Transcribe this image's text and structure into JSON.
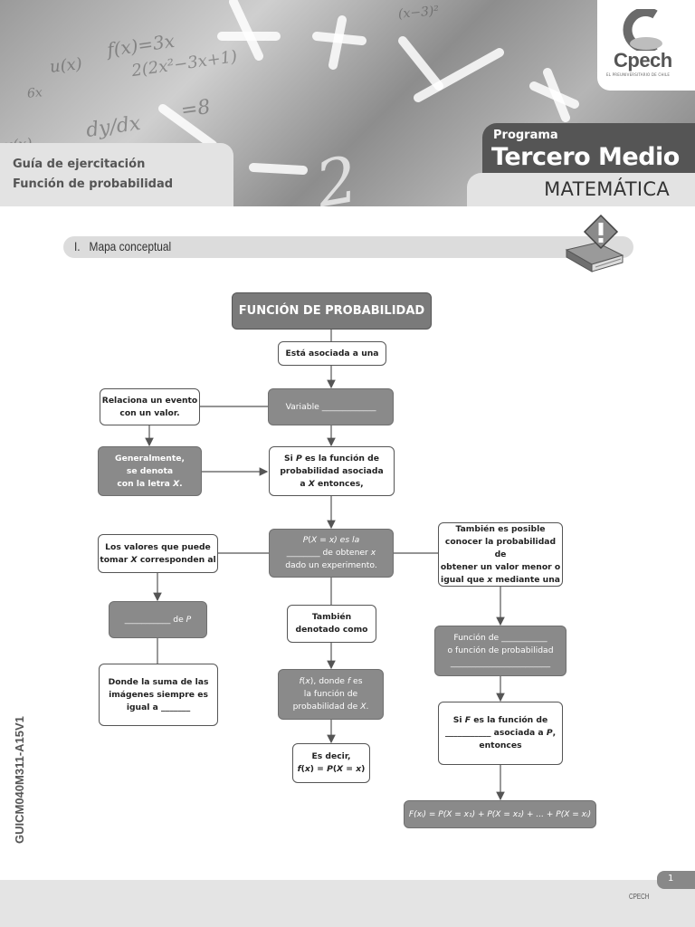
{
  "header": {
    "guide_label": "Guía de ejercitación",
    "guide_topic": "Función de probabilidad",
    "program_label": "Programa",
    "program_title": "Tercero Medio",
    "program_subject": "MATEMÁTICA",
    "logo_text": "Cpech",
    "logo_subtext": "EL PREUNIVERSITARIO DE CHILE",
    "background_scribbles": [
      "f(x)=3x",
      "u(x)",
      "2(2x²−3x+1)",
      "dy/dx",
      "=8",
      "(x−3)²",
      "6x",
      "2",
      "v(x)"
    ]
  },
  "section": {
    "number": "I.",
    "title": "Mapa conceptual",
    "icon": "book-warning-icon"
  },
  "concept_map": {
    "main": "FUNCIÓN DE PROBABILIDAD",
    "asociada": "Está asociada a una",
    "variable": "Variable _____________",
    "relaciona": [
      "Relaciona un evento",
      "con un valor."
    ],
    "generalmente": [
      "Generalmente,",
      "se denota",
      "con la letra ",
      "X",
      "."
    ],
    "si_p": [
      "Si ",
      "P",
      " es la función de",
      "probabilidad asociada",
      "a ",
      "X",
      " entonces,"
    ],
    "pxx": [
      "P",
      "(",
      "X",
      " = ",
      "x",
      ") es la",
      "________ de obtener ",
      "x",
      "dado un experimento."
    ],
    "valores": [
      "Los valores que puede",
      "tomar ",
      "X",
      " corresponden al"
    ],
    "recorrido": [
      "___________ de ",
      "P"
    ],
    "suma": [
      "Donde la suma de las",
      "imágenes siempre es",
      "igual a _______"
    ],
    "tambien_denotado": [
      "También",
      "denotado como"
    ],
    "fx": [
      "f",
      "(",
      "x",
      "), donde ",
      "f",
      " es",
      "la función de",
      "probabilidad de ",
      "X",
      "."
    ],
    "es_decir": [
      "Es decir,",
      "f",
      "(",
      "x",
      ") = ",
      "P",
      "(",
      "X",
      " = ",
      "x",
      ")"
    ],
    "tambien_posible": [
      "También es posible",
      "conocer la probabilidad de",
      "obtener un valor menor o",
      "igual que ",
      "x",
      " mediante una"
    ],
    "funcion_de": [
      "Función de  ___________",
      "o función de probabilidad",
      "________________________"
    ],
    "si_f": [
      "Si ",
      "F",
      " es la función de",
      "___________ asociada a ",
      "P",
      ",",
      "entonces"
    ],
    "formula": "F(xᵢ) = P(X = x₁) + P(X = x₂) + ... + P(X = xᵢ)"
  },
  "side_code": "GUICM040M311-A15V1",
  "footer": {
    "page_number": "1",
    "brand": "CPECH"
  }
}
